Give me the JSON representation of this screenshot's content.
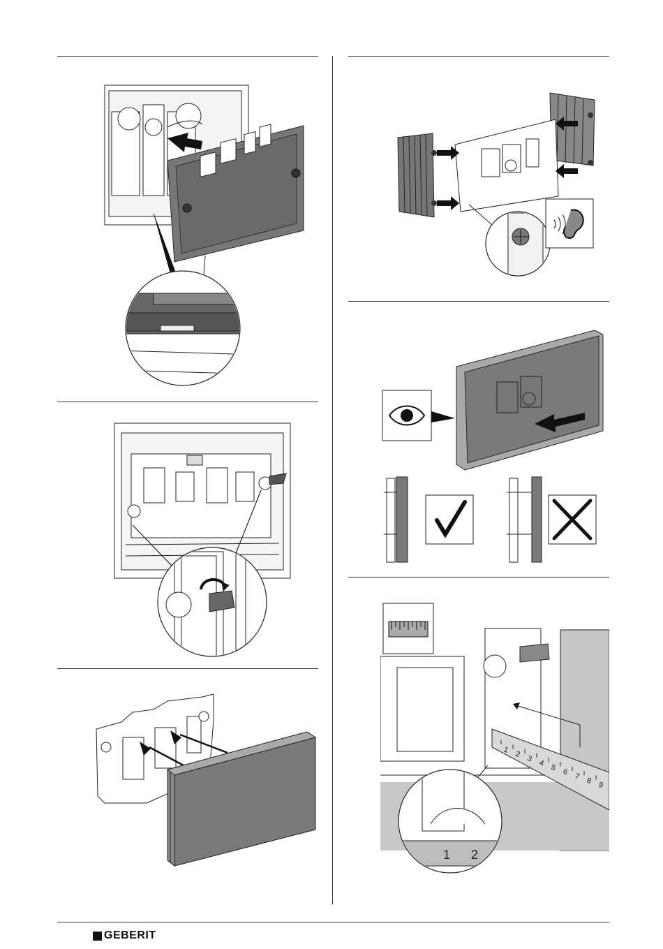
{
  "brand": {
    "name": "GEBERIT",
    "logo_icon": "square-mark-icon"
  },
  "steps": [
    {
      "id": "step-1",
      "subject": "mounting-frame-onto-cistern"
    },
    {
      "id": "step-2",
      "subject": "rotate-locking-lever"
    },
    {
      "id": "step-3",
      "subject": "insert-cover-plate"
    },
    {
      "id": "step-4",
      "subject": "attach-side-panels-click"
    },
    {
      "id": "step-5",
      "subject": "press-plate-check-alignment"
    },
    {
      "id": "step-6",
      "subject": "measure-distance"
    }
  ],
  "icons": {
    "ear": "ear-icon",
    "eye": "eye-icon",
    "check": "check-icon",
    "cross": "cross-icon",
    "ruler": "ruler-icon"
  },
  "ruler_marks": [
    "1",
    "2",
    "3",
    "4",
    "5",
    "6",
    "7",
    "8",
    "9"
  ],
  "ruler_detail_marks": [
    "1",
    "2"
  ],
  "colors": {
    "plate_dark": "#6e6e6e",
    "plate_gray": "#a6a6a6",
    "wall_gray": "#c8c8c8",
    "line": "#222222"
  }
}
